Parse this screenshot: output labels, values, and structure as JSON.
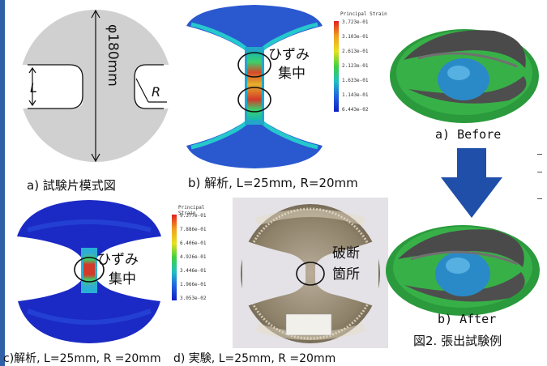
{
  "panel_a": {
    "diameter": "φ180mm",
    "length_symbol": "L",
    "radius_symbol": "R",
    "caption": "a) 試験片模式図"
  },
  "panel_b": {
    "strain_line1": "ひずみ",
    "strain_line2": "集中",
    "legend_title": "Principal Strain",
    "legend_values": [
      "3.723e-01",
      "3.103e-01",
      "2.613e-01",
      "2.123e-01",
      "1.633e-01",
      "1.143e-01",
      "6.443e-02"
    ],
    "caption": "b) 解析, L=25mm, R=20mm"
  },
  "panel_c": {
    "strain_line1": "ひずみ",
    "strain_line2": "集中",
    "legend_title": "Principal Strain",
    "legend_values": [
      "9.377e-01",
      "7.886e-01",
      "6.406e-01",
      "4.926e-01",
      "3.446e-01",
      "1.966e-01",
      "3.053e-02"
    ],
    "caption": "c)解析, L=25mm, R =20mm"
  },
  "panel_d": {
    "fracture_line1": "破断",
    "fracture_line2": "箇所",
    "caption": "d) 実験, L=25mm, R =20mm"
  },
  "right": {
    "before": "a) Before",
    "after": "b) After",
    "figure_caption": "図2. 張出試験例"
  }
}
